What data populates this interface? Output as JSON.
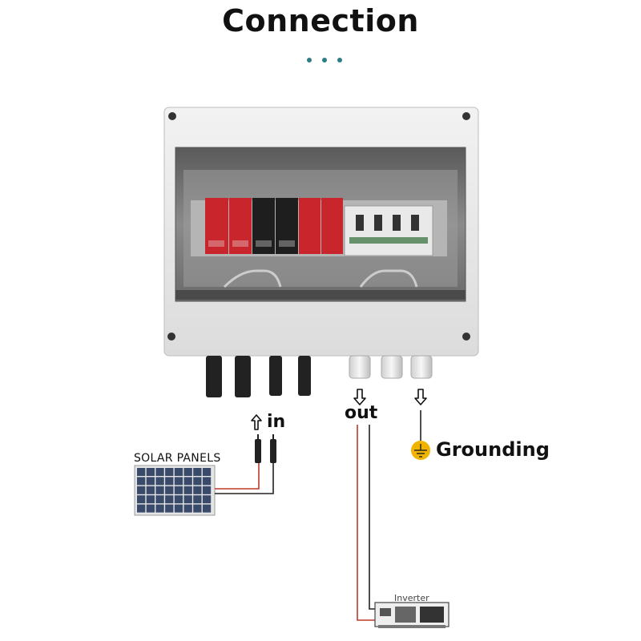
{
  "title": "Connection",
  "labels": {
    "input": "in",
    "output": "out",
    "grounding": "Grounding",
    "solar_panels": "SOLAR PANELS",
    "inverter": "Inverter"
  },
  "colors": {
    "accent_dots": "#2e7d86",
    "wire_red": "#c0392b",
    "wire_black": "#222222",
    "spd_red": "#c8262c",
    "spd_black": "#1e1e1e",
    "ground_yellow": "#f0b400"
  },
  "icons": [
    "arrow-up-icon",
    "arrow-down-icon",
    "ground-icon",
    "solar-panel-icon",
    "inverter-icon",
    "mc4-connector-icon"
  ]
}
